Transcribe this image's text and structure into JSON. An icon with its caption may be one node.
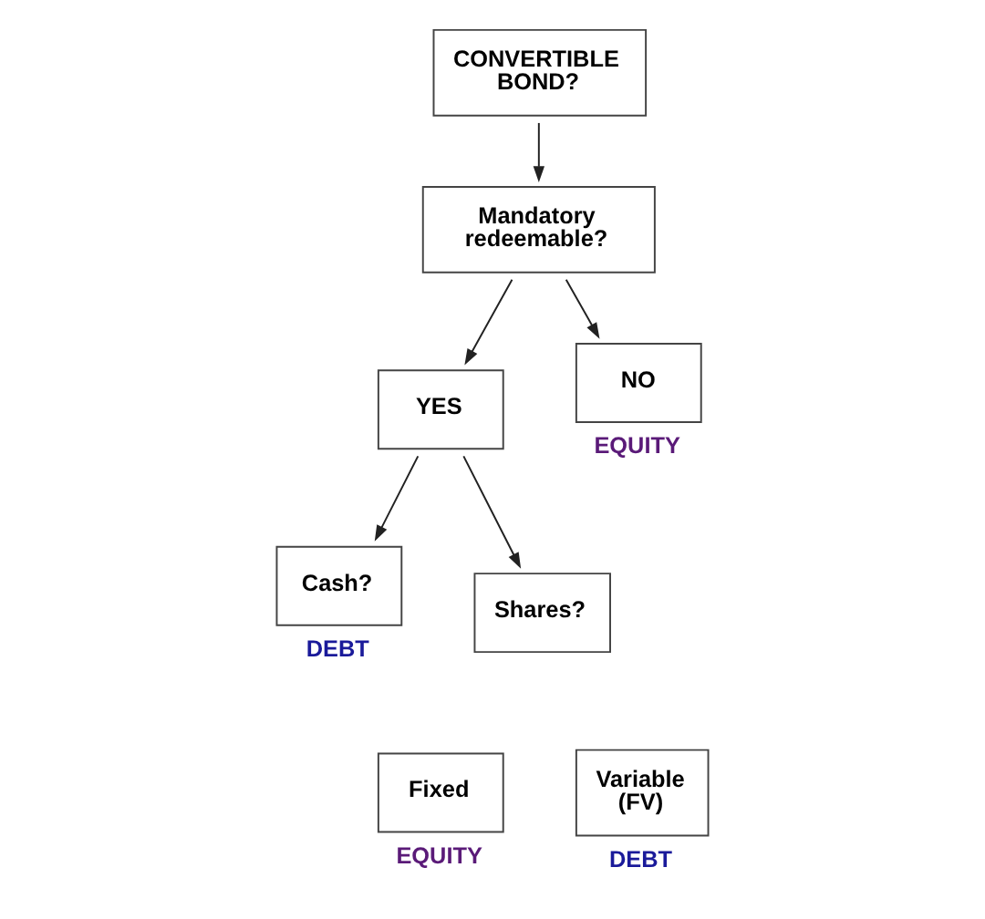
{
  "diagram": {
    "nodes": [
      {
        "text": [
          "CONVERTIBLE BOND?"
        ]
      },
      {
        "text": [
          "Mandatory redeemable?"
        ]
      },
      {
        "text": [
          "YES"
        ]
      },
      {
        "text": [
          "NO"
        ],
        "beside": [
          "EQUITY"
        ]
      },
      {
        "text": [
          "Cash?"
        ],
        "beside": [
          "DEBT"
        ]
      },
      {
        "text": [
          "Shares?"
        ]
      },
      {
        "text": [
          "Fixed"
        ],
        "beside": [
          "EQUITY"
        ]
      },
      {
        "text": [
          "Variable (FV)"
        ],
        "beside": [
          "DEBT"
        ]
      }
    ],
    "edges": [
      {
        "from": 0,
        "to": 1,
        "arrow": "to"
      },
      {
        "from": 1,
        "to": 2,
        "arrow": "to"
      },
      {
        "from": 1,
        "to": 3,
        "arrow": "to"
      },
      {
        "from": 2,
        "to": 4,
        "arrow": "to"
      },
      {
        "from": 2,
        "to": 5,
        "arrow": "to"
      }
    ]
  }
}
